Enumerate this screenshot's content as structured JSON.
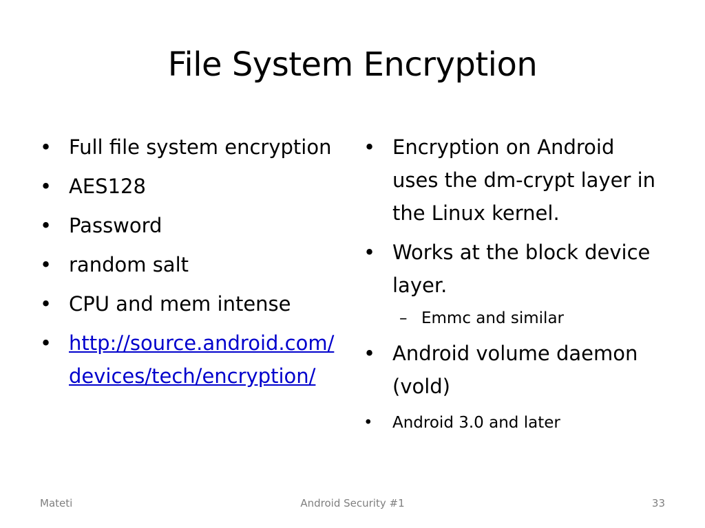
{
  "slide": {
    "title": "File System Encryption",
    "left_column": [
      {
        "text": "Full file system encryption"
      },
      {
        "text": "AES128"
      },
      {
        "text": "Password"
      },
      {
        "text": "random salt"
      },
      {
        "text": "CPU and mem intense"
      },
      {
        "text": "http://source.android.com/devices/tech/encryption/",
        "is_link": true
      }
    ],
    "right_column": [
      {
        "text": "Encryption on Android uses the dm-crypt layer in the Linux kernel."
      },
      {
        "text": "Works at the block device layer."
      },
      {
        "text": "Emmc and similar",
        "level": 2
      },
      {
        "text": "Android volume daemon (vold)"
      },
      {
        "text": "Android 3.0 and later",
        "size": "small"
      }
    ],
    "bullet_glyph": "•",
    "sub_bullet_glyph": "–"
  },
  "footer": {
    "left": "Mateti",
    "center": "Android Security #1",
    "right": "33"
  },
  "colors": {
    "text": "#000000",
    "link": "#0000cc",
    "footer": "#7f7f7f",
    "background": "#ffffff"
  }
}
